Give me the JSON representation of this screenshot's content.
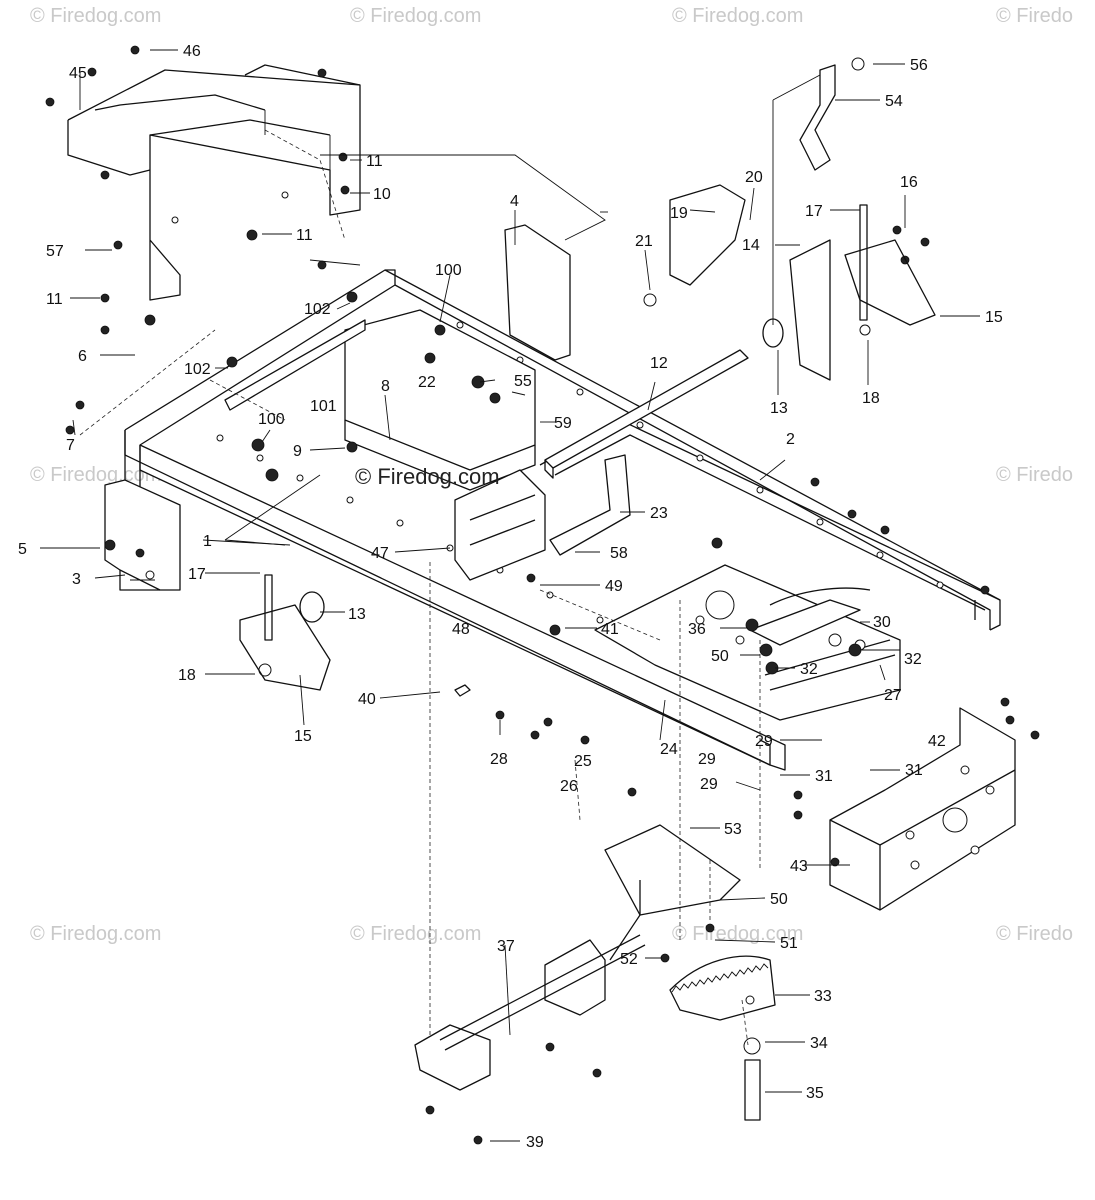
{
  "watermarks": {
    "row1": [
      "© Firedog.com",
      "© Firedog.com",
      "© Firedog.com",
      "© Firedo"
    ],
    "row2": [
      "© Firedog.com",
      "© Firedo"
    ],
    "row3": [
      "© Firedog.com",
      "© Firedog.com",
      "© Firedog.com",
      "© Firedo"
    ],
    "center": "© Firedog.com"
  },
  "callouts": [
    "1",
    "3",
    "4",
    "5",
    "6",
    "7",
    "8",
    "9",
    "10",
    "11",
    "11",
    "11",
    "12",
    "13",
    "13",
    "14",
    "15",
    "15",
    "16",
    "17",
    "17",
    "18",
    "18",
    "19",
    "20",
    "21",
    "22",
    "23",
    "24",
    "25",
    "26",
    "27",
    "28",
    "29",
    "29",
    "29",
    "30",
    "31",
    "31",
    "32",
    "32",
    "33",
    "34",
    "35",
    "36",
    "37",
    "39",
    "40",
    "41",
    "42",
    "43",
    "45",
    "46",
    "47",
    "48",
    "49",
    "50",
    "50",
    "51",
    "52",
    "53",
    "54",
    "55",
    "56",
    "57",
    "58",
    "59",
    "100",
    "100",
    "101",
    "102",
    "102",
    "2"
  ]
}
